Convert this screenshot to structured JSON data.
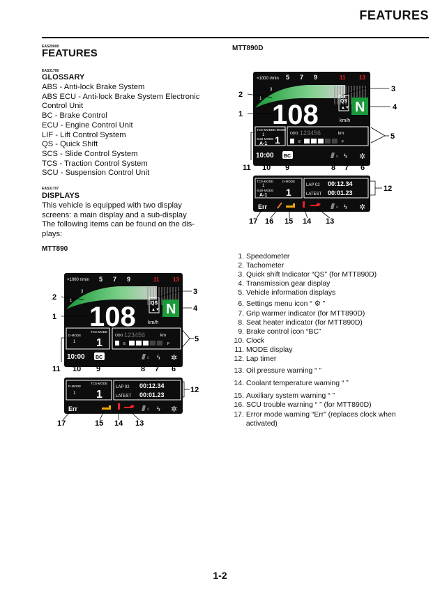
{
  "header": {
    "title": "FEATURES"
  },
  "left": {
    "code1": "EAS20008",
    "title": "FEATURES",
    "code2": "EAS31706",
    "glossary_title": "GLOSSARY",
    "glossary": [
      "ABS - Anti-lock Brake System",
      "ABS ECU - Anti-lock Brake System Electronic",
      "Control Unit",
      "BC - Brake Control",
      "ECU - Engine Control Unit",
      "LIF - Lift Control System",
      "QS - Quick Shift",
      "SCS - Slide Control System",
      "TCS - Traction Control System",
      "SCU - Suspension Control Unit"
    ],
    "code3": "EAS31707",
    "displays_title": "DISPLAYS",
    "displays_text": [
      "This vehicle is equipped with two display",
      "screens: a main display and a sub-display",
      "The following items can be found on the dis-",
      "plays:"
    ],
    "model1": "MTT890"
  },
  "right": {
    "model2": "MTT890D"
  },
  "display": {
    "rpm_label": "×1000 r/min",
    "speed": "108",
    "unit": "km/h",
    "gear": "N",
    "qs": "QS",
    "tcs_mode": "TCS-MODE",
    "d_mode": "D-MODE",
    "sub_mode": "SUB-MODE",
    "tcs_val": "1",
    "d_val": "1",
    "sub_val": "A-1",
    "odo_label": "ODO",
    "odo_value": "123456",
    "odo_unit": "km",
    "fuel_e": "E",
    "fuel_f": "F",
    "clock": "10:00",
    "bc": "BC",
    "lap_label": "LAP 02",
    "lap_time": "00:12.34",
    "latest_label": "LATEST",
    "latest_time": "00:01.23",
    "err": "Err",
    "ticks": [
      "1",
      "3",
      "5",
      "7",
      "9",
      "11",
      "13"
    ]
  },
  "callouts_top": [
    "1",
    "2",
    "3",
    "4",
    "5",
    "11",
    "10",
    "9",
    "8",
    "7",
    "6",
    "12",
    "17",
    "16",
    "15",
    "14",
    "13"
  ],
  "callouts_bottom": [
    "1",
    "2",
    "3",
    "4",
    "5",
    "11",
    "10",
    "9",
    "8",
    "7",
    "6",
    "12",
    "17",
    "15",
    "14",
    "13"
  ],
  "legend": [
    {
      "n": "1.",
      "t": "Speedometer"
    },
    {
      "n": "2.",
      "t": "Tachometer"
    },
    {
      "n": "3.",
      "t": "Quick shift Indicator “QS” (for MTT890D)"
    },
    {
      "n": "4.",
      "t": "Transmission gear display"
    },
    {
      "n": "5.",
      "t": "Vehicle information displays"
    },
    {
      "n": "6.",
      "t": "Settings menu icon “ ⚙ ”"
    },
    {
      "n": "7.",
      "t": "Grip warmer indicator (for MTT890D)"
    },
    {
      "n": "8.",
      "t": "Seat heater indicator (for MTT890D)"
    },
    {
      "n": "9.",
      "t": "Brake control icon “BC”"
    },
    {
      "n": "10.",
      "t": "Clock"
    },
    {
      "n": "11.",
      "t": "MODE display"
    },
    {
      "n": "12.",
      "t": "Lap timer"
    },
    {
      "n": "13.",
      "t": "Oil pressure warning “ ”"
    },
    {
      "n": "14.",
      "t": "Coolant temperature warning “ ”"
    },
    {
      "n": "15.",
      "t": "Auxiliary system warning “ ”"
    },
    {
      "n": "16.",
      "t": "SCU trouble warning “ ” (for MTT890D)"
    },
    {
      "n": "17.",
      "t": "Error mode warning “Err” (replaces clock when activated)"
    }
  ],
  "page_number": "1-2"
}
